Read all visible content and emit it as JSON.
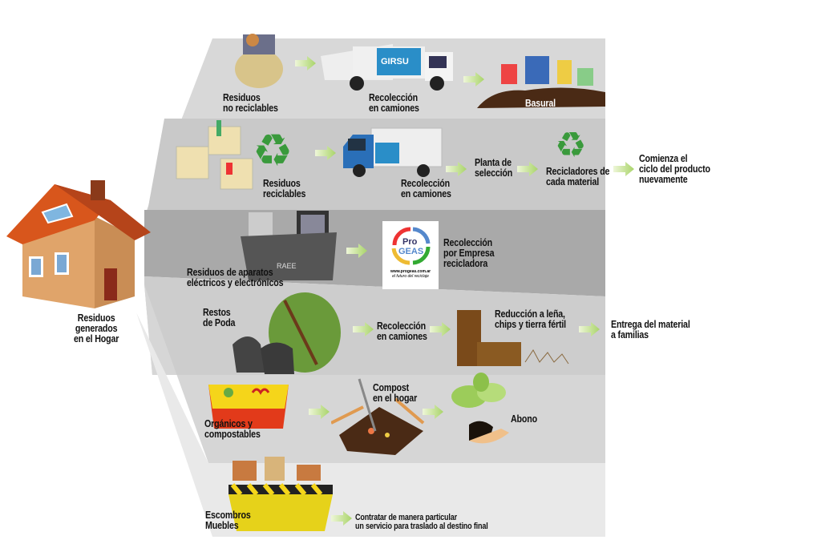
{
  "house": {
    "label": "Residuos\ngenerados\nen el Hogar"
  },
  "rows": [
    {
      "id": "no-reciclables",
      "source": "Residuos\nno reciclables",
      "steps": [
        "Recolección\nen camiones",
        "Basural"
      ],
      "truck_brand": "GIRSU"
    },
    {
      "id": "reciclables",
      "source": "Residuos\nreciclables",
      "steps": [
        "Recolección\nen camiones",
        "Planta de\nselección",
        "Recicladores de\ncada material",
        "Comienza el\nciclo del producto\nnuevamente"
      ]
    },
    {
      "id": "electronicos",
      "source": "Residuos de aparatos\neléctricos y electrónicos",
      "bin_label": "RAEE",
      "steps": [
        "Recolección\npor Empresa\nrecicladora"
      ],
      "logo": {
        "line1": "Pro",
        "line2": "GEAS",
        "url": "www.progeas.com.ar",
        "tagline": "el futuro del reciclaje"
      }
    },
    {
      "id": "poda",
      "source": "Restos\nde Poda",
      "steps": [
        "Recolección\nen camiones",
        "Reducción a leña,\nchips y tierra fértil",
        "Entrega del material\na familias"
      ]
    },
    {
      "id": "organicos",
      "source": "Orgánicos y\ncompostables",
      "steps": [
        "Compost\nen el hogar",
        "Abono"
      ]
    },
    {
      "id": "escombros",
      "source": "Escombros\nMuebles",
      "steps": [
        "Contratar de manera particular\nun servicio para traslado al destino final"
      ]
    }
  ],
  "colors": {
    "arrow": "#a9d46a",
    "recycle": "#3a9a3c",
    "band1": "#d8d8d8",
    "band2": "#c9c9c9",
    "band3": "#a9a9a9",
    "band4": "#cdcdcd",
    "band5": "#d6d6d6",
    "band6": "#e9e9e9"
  }
}
